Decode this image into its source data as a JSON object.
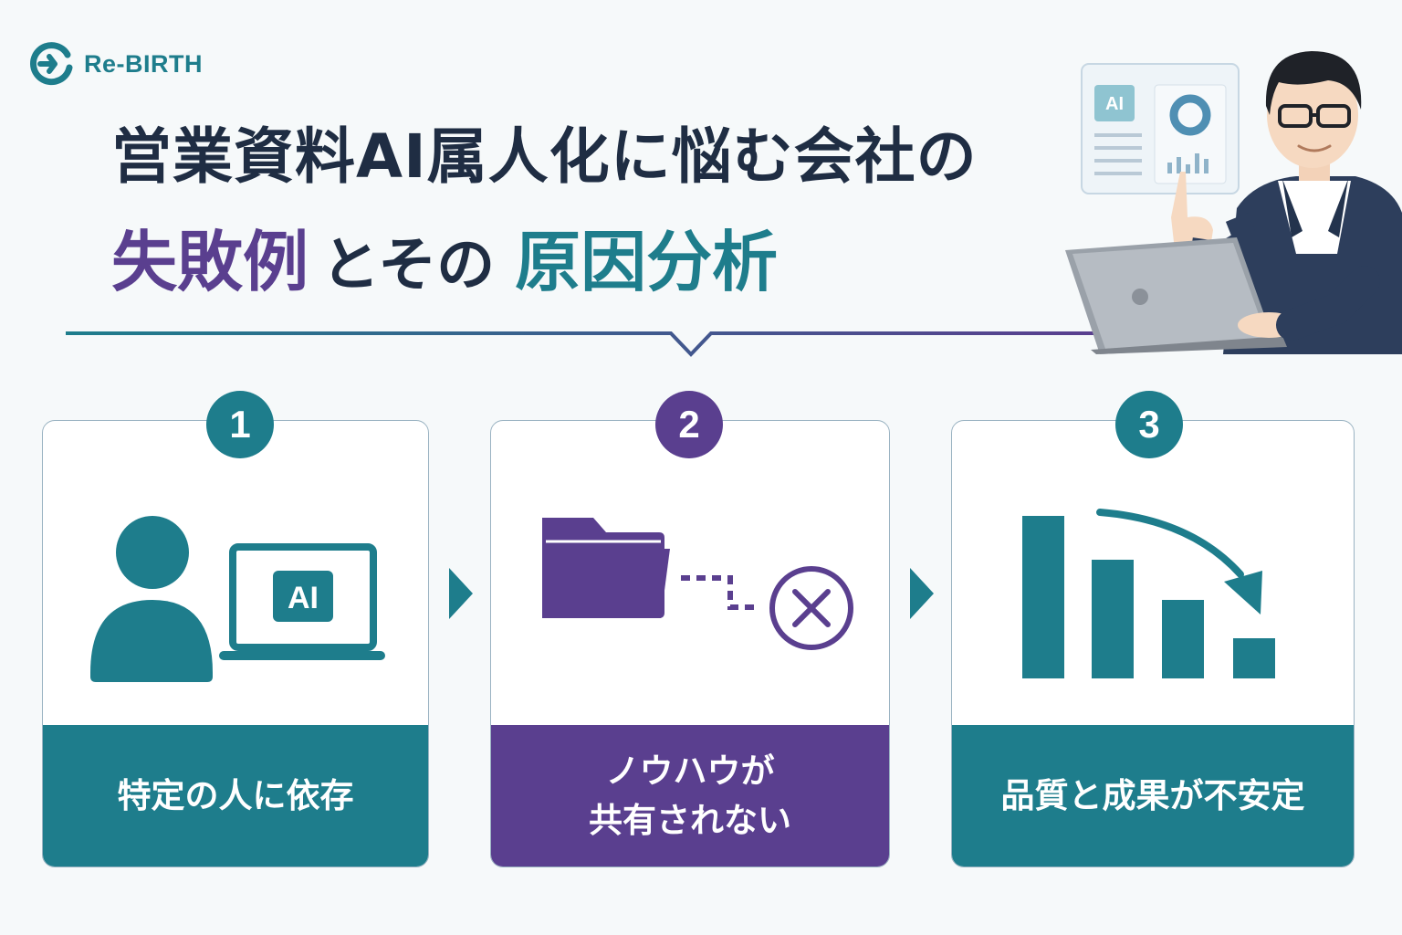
{
  "brand": {
    "name": "Re-BIRTH",
    "icon": "rebirth-logo-icon",
    "color": "#1e7d8c"
  },
  "title": {
    "line1": "営業資料AI属人化に悩む会社の",
    "line2_part1": "失敗例",
    "line2_part2": "とその",
    "line2_part3": "原因分析"
  },
  "colors": {
    "teal": "#1e7d8c",
    "purple": "#5a3f8f",
    "dark": "#1f2d43"
  },
  "illustration": {
    "screen_badge": "AI",
    "icons": [
      "person-with-laptop-icon",
      "ai-dashboard-panel-icon"
    ]
  },
  "steps": [
    {
      "number": "1",
      "label": "特定の人に依存",
      "badge": "AI",
      "icon": "person-using-ai-laptop-icon"
    },
    {
      "number": "2",
      "label_line1": "ノウハウが",
      "label_line2": "共有されない",
      "icon": "folder-not-shared-icon"
    },
    {
      "number": "3",
      "label": "品質と成果が不安定",
      "icon": "declining-bar-chart-icon"
    }
  ]
}
